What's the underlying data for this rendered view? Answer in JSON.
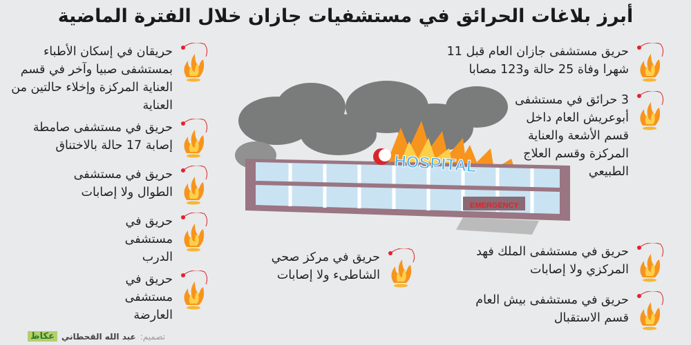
{
  "title": "أبرز بلاغات الحرائق في مستشفيات جازان خلال الفترة الماضية",
  "hospital_sign": "HOSPITAL",
  "emergency_sign": "EMERGENCY",
  "right_items": [
    {
      "text": "حريق مستشفى جازان العام قبل 11 شهرا وفاة 25 حالة و123 مصابا"
    },
    {
      "text": "3 حرائق في مستشفى أبوعريش العام داخل قسم الأشعة والعناية المركزة وقسم العلاج الطبيعي"
    },
    {
      "text": "حريق في مستشفى الملك فهد المركزي ولا إصابات"
    },
    {
      "text": "حريق في مستشفى بيش العام قسم الاستقبال"
    }
  ],
  "middle_items": [
    {
      "text": "حريق في مركز صحي الشاطىء ولا إصابات"
    }
  ],
  "left_items": [
    {
      "text": "حريقان في إسكان الأطباء بمستشفى صبيا وآخر في قسم العناية المركزة وإخلاء حالتين من العناية"
    },
    {
      "text": "حريق في مستشفى صامطة إصابة 17 حالة بالاختناق"
    },
    {
      "text": "حريق في مستشفى الطوال ولا إصابات"
    },
    {
      "text": "حريق في مستشفى الدرب"
    },
    {
      "text": "حريق في مستشفى العارضة"
    }
  ],
  "credit": {
    "label": "تصميم:",
    "name": "عبد الله القحطاني",
    "logo": "عكاظ"
  }
}
